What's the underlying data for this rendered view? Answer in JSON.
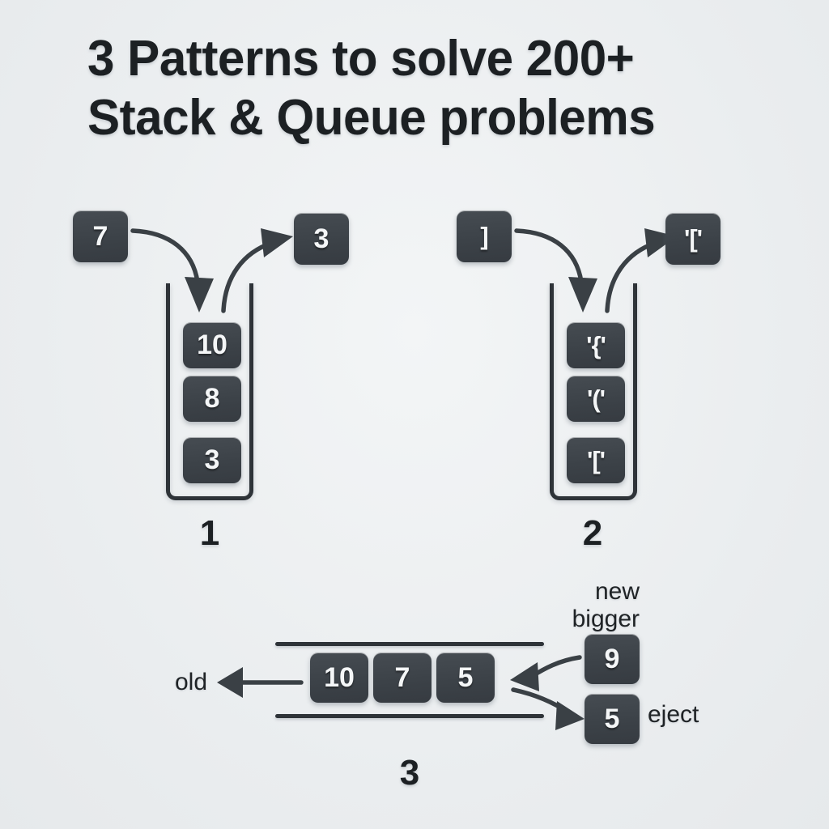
{
  "meta": {
    "background_color": "#eceff1",
    "tile_color": "#3f454b",
    "ink_color": "#1c2023",
    "stroke_color": "#2e3338"
  },
  "title": {
    "line1": "3 Patterns to solve 200+",
    "line2": "Stack & Queue problems"
  },
  "patterns": [
    {
      "number": "1",
      "name": "monotonic-stack-numbers",
      "input_tile": "7",
      "output_tile": "3",
      "stack_items": [
        "10",
        "8",
        "3"
      ],
      "push_arrow": "push-arrow-into-stack",
      "pop_arrow": "pop-arrow-out-of-stack"
    },
    {
      "number": "2",
      "name": "bracket-matching-stack",
      "input_tile": "]",
      "output_tile": "'['",
      "stack_items": [
        "'{'",
        "'('",
        "'['"
      ],
      "push_arrow": "push-arrow-into-stack",
      "pop_arrow": "pop-arrow-out-of-stack"
    },
    {
      "number": "3",
      "name": "monotonic-deque",
      "deque_items": [
        "10",
        "7",
        "5"
      ],
      "old_label": "old",
      "new_label_line1": "new",
      "new_label_line2": "bigger",
      "new_tile": "9",
      "eject_tile": "5",
      "eject_label": "eject"
    }
  ]
}
